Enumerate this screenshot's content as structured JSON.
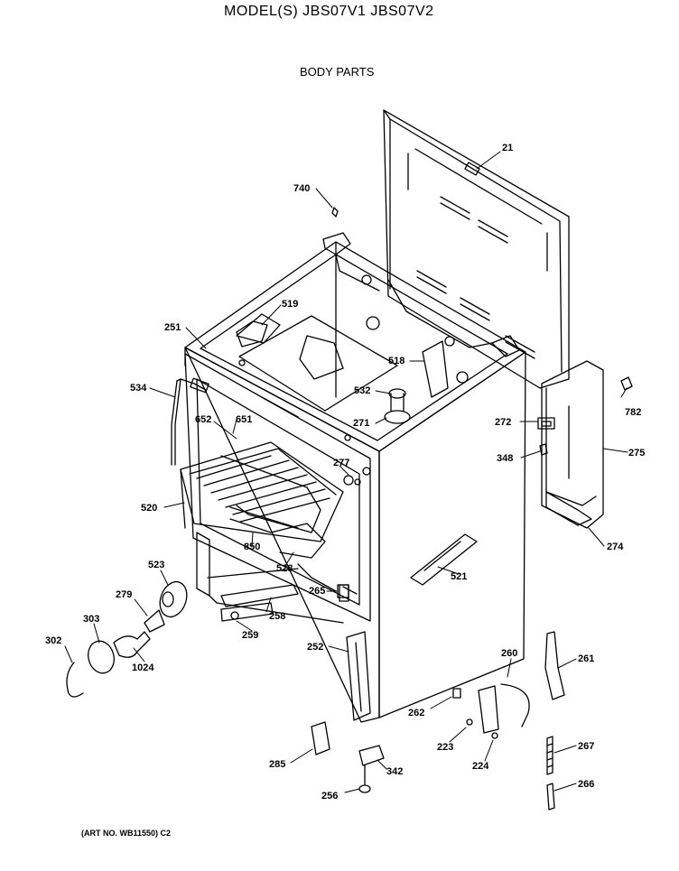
{
  "header": {
    "model_title": "MODEL(S) JBS07V1  JBS07V2",
    "section_title": "BODY PARTS"
  },
  "footer": {
    "art_no": "(ART NO. WB11550) C2"
  },
  "callouts": {
    "p21": "21",
    "p740": "740",
    "p519": "519",
    "p251": "251",
    "p518": "518",
    "p534": "534",
    "p532": "532",
    "p652": "652",
    "p651": "651",
    "p271": "271",
    "p272": "272",
    "p782": "782",
    "p348": "348",
    "p275": "275",
    "p277": "277",
    "p520": "520",
    "p274": "274",
    "p850": "850",
    "p528": "528",
    "p521": "521",
    "p523": "523",
    "p279": "279",
    "p265": "265",
    "p303": "303",
    "p258": "258",
    "p302": "302",
    "p259": "259",
    "p1024": "1024",
    "p252": "252",
    "p260": "260",
    "p261": "261",
    "p262": "262",
    "p223": "223",
    "p267": "267",
    "p224": "224",
    "p285": "285",
    "p342": "342",
    "p266": "266",
    "p256": "256"
  }
}
